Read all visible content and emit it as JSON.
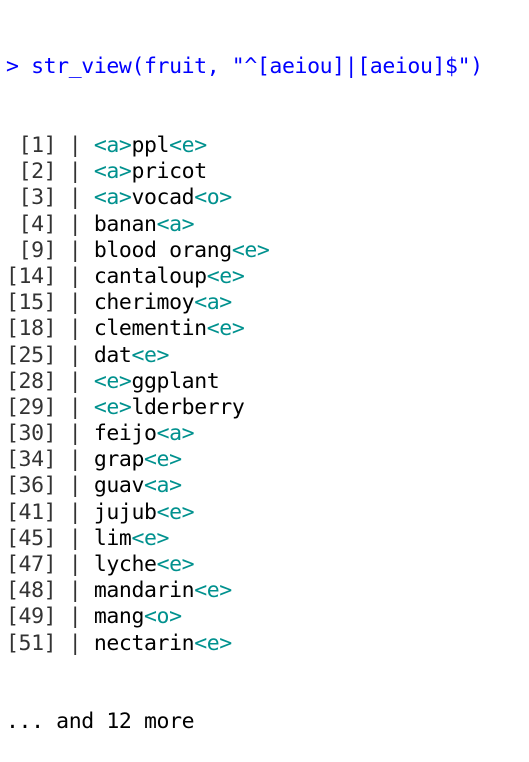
{
  "console": {
    "prompt_symbol": ">",
    "command": "str_view(fruit, \"^[aeiou]|[aeiou]$\")",
    "separator": "|",
    "rows": [
      {
        "index": "[1]",
        "pre": "",
        "m1": "<a>",
        "mid": "ppl",
        "m2": "<e>"
      },
      {
        "index": "[2]",
        "pre": "",
        "m1": "<a>",
        "mid": "pricot",
        "m2": ""
      },
      {
        "index": "[3]",
        "pre": "",
        "m1": "<a>",
        "mid": "vocad",
        "m2": "<o>"
      },
      {
        "index": "[4]",
        "pre": "",
        "m1": "",
        "mid": "banan",
        "m2": "<a>"
      },
      {
        "index": "[9]",
        "pre": "",
        "m1": "",
        "mid": "blood orang",
        "m2": "<e>"
      },
      {
        "index": "[14]",
        "pre": "",
        "m1": "",
        "mid": "cantaloup",
        "m2": "<e>"
      },
      {
        "index": "[15]",
        "pre": "",
        "m1": "",
        "mid": "cherimoy",
        "m2": "<a>"
      },
      {
        "index": "[18]",
        "pre": "",
        "m1": "",
        "mid": "clementin",
        "m2": "<e>"
      },
      {
        "index": "[25]",
        "pre": "",
        "m1": "",
        "mid": "dat",
        "m2": "<e>"
      },
      {
        "index": "[28]",
        "pre": "",
        "m1": "<e>",
        "mid": "ggplant",
        "m2": ""
      },
      {
        "index": "[29]",
        "pre": "",
        "m1": "<e>",
        "mid": "lderberry",
        "m2": ""
      },
      {
        "index": "[30]",
        "pre": "",
        "m1": "",
        "mid": "feijo",
        "m2": "<a>"
      },
      {
        "index": "[34]",
        "pre": "",
        "m1": "",
        "mid": "grap",
        "m2": "<e>"
      },
      {
        "index": "[36]",
        "pre": "",
        "m1": "",
        "mid": "guav",
        "m2": "<a>"
      },
      {
        "index": "[41]",
        "pre": "",
        "m1": "",
        "mid": "jujub",
        "m2": "<e>"
      },
      {
        "index": "[45]",
        "pre": "",
        "m1": "",
        "mid": "lim",
        "m2": "<e>"
      },
      {
        "index": "[47]",
        "pre": "",
        "m1": "",
        "mid": "lyche",
        "m2": "<e>"
      },
      {
        "index": "[48]",
        "pre": "",
        "m1": "",
        "mid": "mandarin",
        "m2": "<e>"
      },
      {
        "index": "[49]",
        "pre": "",
        "m1": "",
        "mid": "mang",
        "m2": "<o>"
      },
      {
        "index": "[51]",
        "pre": "",
        "m1": "",
        "mid": "nectarin",
        "m2": "<e>"
      }
    ],
    "more_text": "... and 12 more",
    "colors": {
      "prompt": "#0000ff",
      "match": "#00918e",
      "text": "#000000"
    }
  }
}
